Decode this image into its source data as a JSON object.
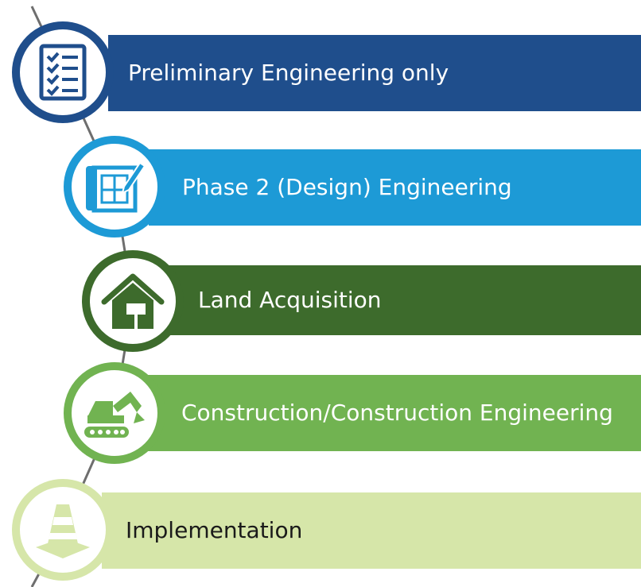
{
  "steps": [
    {
      "label": "Preliminary Engineering only",
      "icon": "checklist-icon",
      "bar_color": "#1f4e8c",
      "text_color": "#ffffff"
    },
    {
      "label": "Phase 2 (Design) Engineering",
      "icon": "blueprint-icon",
      "bar_color": "#1d9ad6",
      "text_color": "#ffffff"
    },
    {
      "label": "Land Acquisition",
      "icon": "house-icon",
      "bar_color": "#3d6b2c",
      "text_color": "#ffffff"
    },
    {
      "label": "Construction/Construction Engineering",
      "icon": "excavator-icon",
      "bar_color": "#71b351",
      "text_color": "#ffffff"
    },
    {
      "label": "Implementation",
      "icon": "traffic-cone-icon",
      "bar_color": "#d6e6a9",
      "text_color": "#1a1a1a"
    }
  ],
  "connector_color": "#6e6e6e"
}
